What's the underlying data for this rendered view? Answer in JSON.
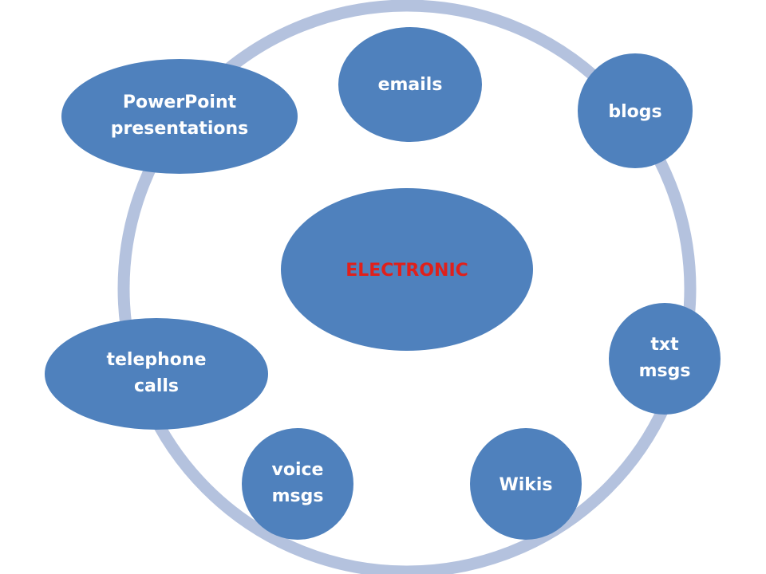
{
  "diagram": {
    "center": {
      "label": "ELECTRONIC",
      "label_color": "#e0201b"
    },
    "nodes": [
      {
        "id": "emails",
        "lines": [
          "emails"
        ]
      },
      {
        "id": "blogs",
        "lines": [
          "blogs"
        ]
      },
      {
        "id": "txt-msgs",
        "lines": [
          "txt",
          "msgs"
        ]
      },
      {
        "id": "wikis",
        "lines": [
          "Wikis"
        ]
      },
      {
        "id": "voice-msgs",
        "lines": [
          "voice",
          "msgs"
        ]
      },
      {
        "id": "telephone-calls",
        "lines": [
          "telephone",
          "calls"
        ]
      },
      {
        "id": "powerpoint-presentations",
        "lines": [
          "PowerPoint",
          "presentations"
        ]
      }
    ],
    "colors": {
      "node_fill": "#4f81bd",
      "ring": "#b4c2de",
      "node_text": "#ffffff"
    }
  }
}
